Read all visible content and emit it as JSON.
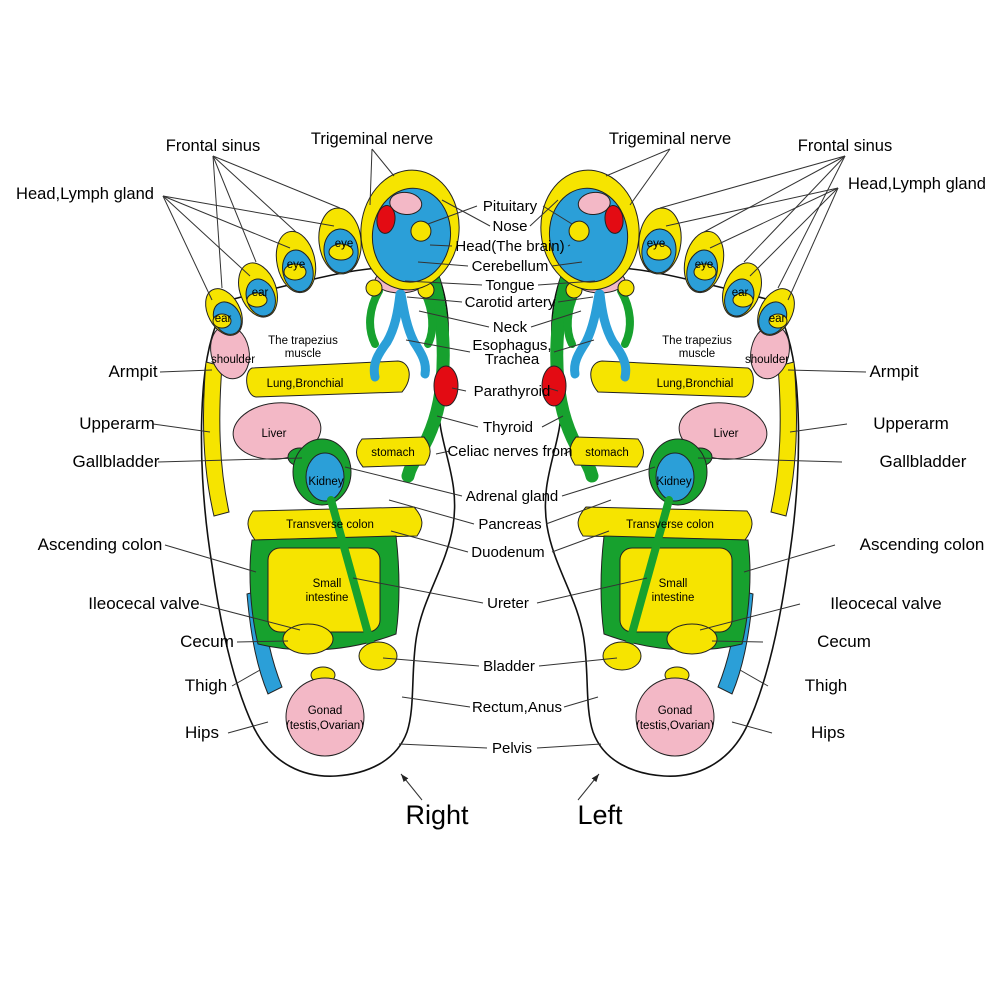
{
  "title": "Foot reflexology zones diagram",
  "colors": {
    "yellow": "#f6e400",
    "blue": "#2b9fd8",
    "green": "#17a12e",
    "pink": "#f3b8c6",
    "red": "#e30b13"
  },
  "footer": {
    "right_foot_label": "Right",
    "left_foot_label": "Left"
  },
  "outer": {
    "frontal_sinus": "Frontal sinus",
    "trigeminal_nerve": "Trigeminal nerve",
    "head_lymph_gland": "Head,Lymph gland",
    "armpit": "Armpit",
    "upperarm": "Upperarm",
    "gallbladder": "Gallbladder",
    "ascending_colon": "Ascending colon",
    "ileocecal_valve": "Ileocecal valve",
    "cecum": "Cecum",
    "thigh": "Thigh",
    "hips": "Hips"
  },
  "center": {
    "pituitary": "Pituitary",
    "nose": "Nose",
    "head_brain": "Head(The brain)",
    "cerebellum": "Cerebellum",
    "tongue": "Tongue",
    "carotid_artery": "Carotid artery",
    "neck": "Neck",
    "esophagus_1": "Esophagus,",
    "esophagus_2": "Trachea",
    "parathyroid": "Parathyroid",
    "thyroid": "Thyroid",
    "celiac_nerves": "Celiac nerves from",
    "adrenal_gland": "Adrenal gland",
    "pancreas": "Pancreas",
    "duodenum": "Duodenum",
    "ureter": "Ureter",
    "bladder": "Bladder",
    "rectum_anus": "Rectum,Anus",
    "pelvis": "Pelvis"
  },
  "zones": {
    "eye": "eye",
    "ear": "ear",
    "shoulder": "shoulder",
    "trapezius_1": "The trapezius",
    "trapezius_2": "muscle",
    "lung_bronchial": "Lung,Bronchial",
    "liver": "Liver",
    "stomach": "stomach",
    "kidney": "Kidney",
    "transverse_colon": "Transverse colon",
    "small_intestine_1": "Small",
    "small_intestine_2": "intestine",
    "gonad_1": "Gonad",
    "gonad_2": "(testis,Ovarian)"
  }
}
